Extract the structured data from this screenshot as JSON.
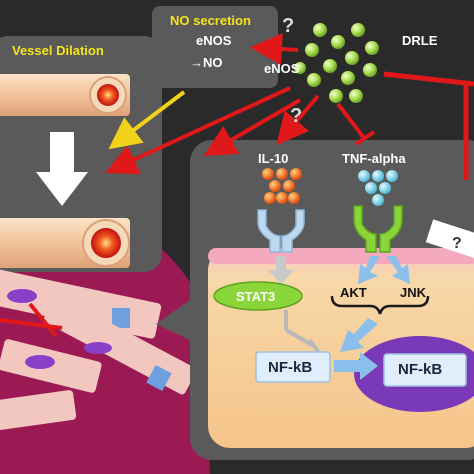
{
  "vessel_panel": {
    "title": "Vessel Dilation"
  },
  "no_box": {
    "line1": "NO secretion",
    "line2": "eNOS",
    "line3": "→NO"
  },
  "drle_label": "DRLE",
  "enos_label": "eNOS",
  "question_mark": "?",
  "cell_panel": {
    "il10": "IL-10",
    "tnf": "TNF-alpha",
    "stat3": "STAT3",
    "akt": "AKT",
    "jnk": "JNK",
    "nfkb_cyto": "NF-kB",
    "nfkb_nuc": "NF-kB"
  },
  "colors": {
    "background": "#2a2a2a",
    "panel": "#555555",
    "arrow_red": "#e0181a",
    "arrow_yellow": "#f2d21a",
    "membrane": "#f3b8c6",
    "nucleus": "#7a3ab8",
    "muscle": "#9c1a54",
    "drle_green": "#a6dc4a"
  }
}
